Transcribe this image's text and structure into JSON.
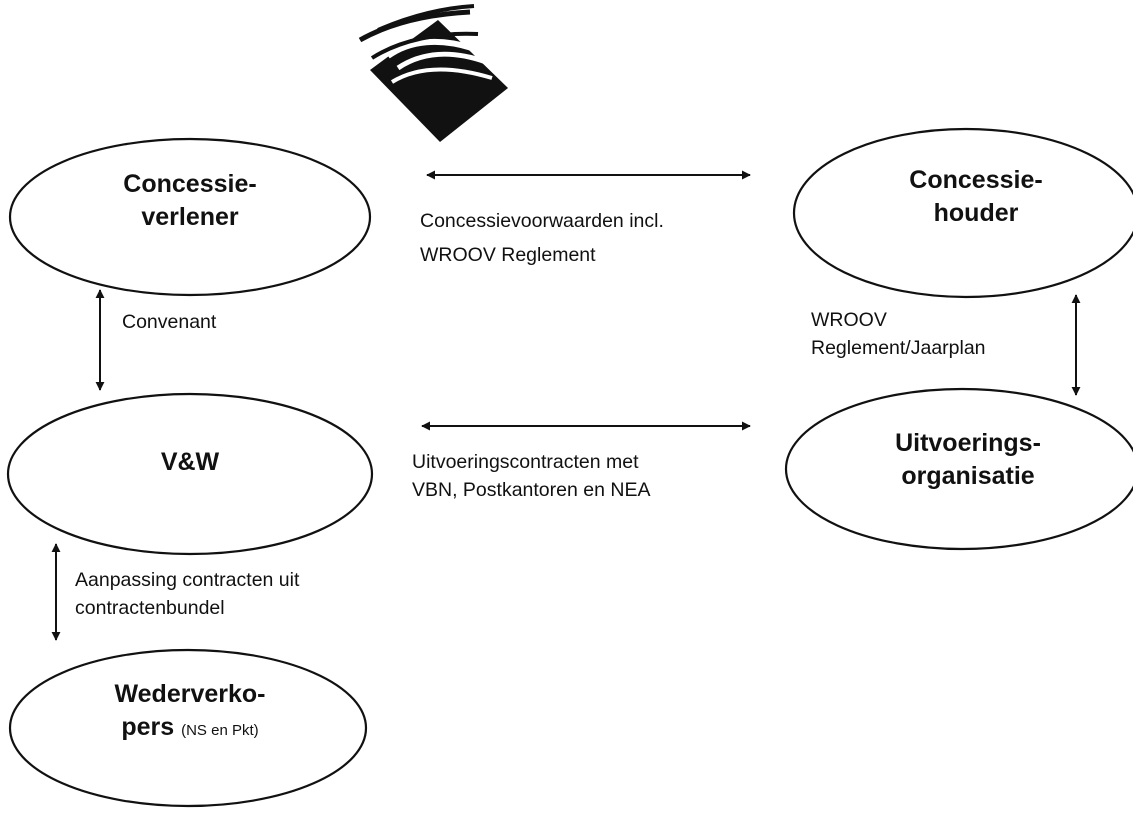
{
  "logo": {
    "name": "wave-logo"
  },
  "nodes": {
    "concessieverlener": {
      "line1": "Concessie-",
      "line2": "verlener"
    },
    "concessiehouder": {
      "line1": "Concessie-",
      "line2": "houder"
    },
    "vw": {
      "line1": "V&W"
    },
    "uitvoeringsorganisatie": {
      "line1": "Uitvoerings-",
      "line2": "organisatie"
    },
    "wederverkopers": {
      "line1": "Wederverko-",
      "line2_bold": "pers",
      "line2_small": "(NS en Pkt)"
    }
  },
  "edges": {
    "concessievoorwaarden": {
      "line1": "Concessievoorwaarden incl.",
      "line2": "WROOV Reglement"
    },
    "convenant": {
      "line1": "Convenant"
    },
    "wroov_jaarplan": {
      "line1": "WROOV",
      "line2": "Reglement/Jaarplan"
    },
    "uitvoeringscontracten": {
      "line1": "Uitvoeringscontracten met",
      "line2": "VBN, Postkantoren en NEA"
    },
    "aanpassing": {
      "line1": "Aanpassing contracten uit",
      "line2": "contractenbundel"
    }
  }
}
